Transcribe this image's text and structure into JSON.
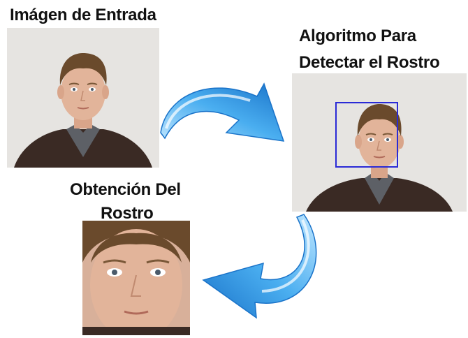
{
  "steps": {
    "input_label": "Imágen de Entrada",
    "detect_label_line1": "Algoritmo Para",
    "detect_label_line2": "Detectar el Rostro",
    "output_label_line1": "Obtención Del",
    "output_label_line2": "Rostro"
  },
  "colors": {
    "arrow_light": "#bfe6ff",
    "arrow_mid": "#4aaef0",
    "arrow_dark": "#1a73c9",
    "detection_box": "#2a2ad6",
    "photo_background": "#e6e4e1",
    "sweater": "#3a2a24",
    "shirt": "#5d6066",
    "skin": "#e2b49a",
    "hair": "#6a4a2c"
  },
  "icons": {
    "arrow_1": "curved-arrow-right-icon",
    "arrow_2": "curved-arrow-left-icon"
  }
}
